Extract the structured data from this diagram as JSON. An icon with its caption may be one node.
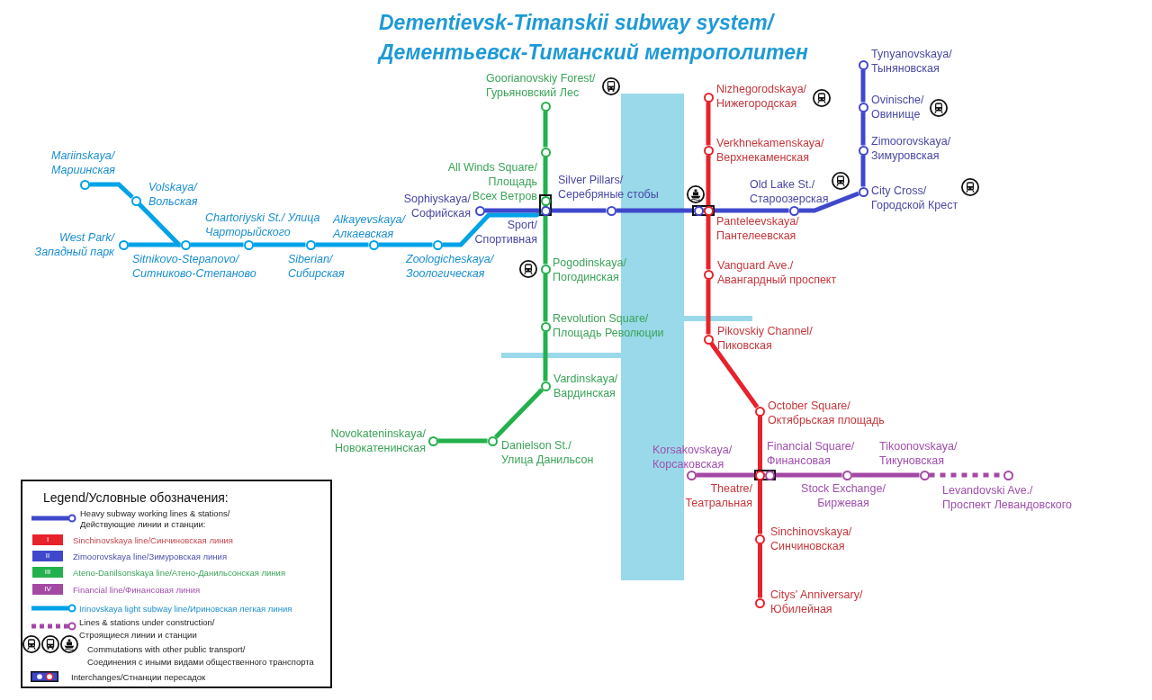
{
  "diagram": {
    "title": "Dementievsk-Timanskii subway system/ Дементьевск-Тиманский метрополитен",
    "nodes": [
      {
        "text": [],
        "shape": "circle",
        "beside": [
          "Mariinskaya/ Мариинская"
        ]
      },
      {
        "text": [],
        "shape": "circle",
        "beside": [
          "Volskaya/ Вольская"
        ]
      },
      {
        "text": [],
        "shape": "circle",
        "beside": [
          "West Park/ Западный парк"
        ]
      },
      {
        "text": [],
        "shape": "circle",
        "beside": [
          "Sitnikovo-Stepanovo/ Ситниково-Степаново"
        ]
      },
      {
        "text": [],
        "shape": "circle",
        "beside": [
          "Chartoriyski St./ Улица Чарторыйского"
        ]
      },
      {
        "text": [],
        "shape": "circle",
        "beside": [
          "Siberian/ Сибирская"
        ]
      },
      {
        "text": [],
        "shape": "circle",
        "beside": [
          "Alkayevskaya/ Алкаевская"
        ]
      },
      {
        "text": [],
        "shape": "circle",
        "beside": [
          "Zoologicheskaya/ Зоологическая"
        ]
      },
      {
        "text": [],
        "shape": "circle",
        "beside": [
          "Sophiyskaya/ Софийская"
        ]
      },
      {
        "text": [],
        "shape": "box"
      },
      {
        "text": [],
        "shape": "circle",
        "in": 9,
        "beside": [
          "All Winds Square/ Площадь Всех Ветров"
        ]
      },
      {
        "text": [],
        "shape": "circle",
        "in": 9,
        "beside": [
          "Sport/ Спортивная"
        ]
      },
      {
        "text": [],
        "shape": "circle",
        "beside": [
          "Silver Pillars/ Серебряные стобы"
        ]
      },
      {
        "text": [],
        "shape": "box"
      },
      {
        "text": [],
        "shape": "circle",
        "in": 13
      },
      {
        "text": [],
        "shape": "circle",
        "in": 13,
        "beside": [
          "Panteleevskaya/ Пантелеевская"
        ]
      },
      {
        "text": [],
        "shape": "circle",
        "beside": [
          "Old Lake St./ Староозерская"
        ]
      },
      {
        "text": [],
        "shape": "circle",
        "beside": [
          "City Cross/ Городской Крест"
        ]
      },
      {
        "text": [],
        "shape": "circle",
        "beside": [
          "Zimoorovskaya/ Зимуровская"
        ]
      },
      {
        "text": [],
        "shape": "circle",
        "beside": [
          "Ovinische/ Овинище"
        ]
      },
      {
        "text": [],
        "shape": "circle",
        "beside": [
          "Tynyanovskaya/ Тыняновская"
        ]
      },
      {
        "text": [],
        "shape": "circle",
        "beside": [
          "Goorianovskiy Forest/ Гурьяновский Лес"
        ]
      },
      {
        "text": [],
        "shape": "circle"
      },
      {
        "text": [],
        "shape": "circle",
        "beside": [
          "Pogodinskaya/ Погодинская"
        ]
      },
      {
        "text": [],
        "shape": "circle",
        "beside": [
          "Revolution Square/ Площадь Революции"
        ]
      },
      {
        "text": [],
        "shape": "circle",
        "beside": [
          "Vardinskaya/ Вардинская"
        ]
      },
      {
        "text": [],
        "shape": "circle",
        "beside": [
          "Danielson St./ Улица Данильсон"
        ]
      },
      {
        "text": [],
        "shape": "circle",
        "beside": [
          "Novokateninskaya/ Новокатенинская"
        ]
      },
      {
        "text": [],
        "shape": "circle",
        "beside": [
          "Nizhegorodskaya/ Нижегородская"
        ]
      },
      {
        "text": [],
        "shape": "circle",
        "beside": [
          "Verkhnekamenskaya/ Верхнекаменская"
        ]
      },
      {
        "text": [],
        "shape": "circle",
        "beside": [
          "Vanguard Ave./ Авангардный проспект"
        ]
      },
      {
        "text": [],
        "shape": "circle",
        "beside": [
          "Pikovskiy Channel/ Пиковская"
        ]
      },
      {
        "text": [],
        "shape": "circle",
        "beside": [
          "October Square/ Октябрьская площадь"
        ]
      },
      {
        "text": [],
        "shape": "box"
      },
      {
        "text": [],
        "shape": "circle",
        "in": 33,
        "beside": [
          "Theatre/ Театральная"
        ]
      },
      {
        "text": [],
        "shape": "circle",
        "in": 33,
        "beside": [
          "Financial Square/ Финансовая"
        ]
      },
      {
        "text": [],
        "shape": "circle",
        "beside": [
          "Sinchinovskaya/ Синчиновская"
        ]
      },
      {
        "text": [],
        "shape": "circle",
        "beside": [
          "Citys' Anniversary/ Юбилейная"
        ]
      },
      {
        "text": [],
        "shape": "circle",
        "beside": [
          "Korsakovskaya/ Корсаковская"
        ]
      },
      {
        "text": [],
        "shape": "circle",
        "beside": [
          "Stock Exchange/ Биржевая"
        ]
      },
      {
        "text": [],
        "shape": "circle",
        "beside": [
          "Tikoonovskaya/ Тикуновская"
        ]
      },
      {
        "text": [],
        "shape": "circle",
        "beside": [
          "Levandovski Ave./ Проспект Левандовского"
        ]
      }
    ],
    "edges": [
      {
        "from": 0,
        "to": 1,
        "arrow": "none",
        "color": "#00a2e8"
      },
      {
        "from": 1,
        "to": 3,
        "arrow": "none",
        "color": "#00a2e8"
      },
      {
        "from": 2,
        "to": 3,
        "arrow": "none",
        "color": "#00a2e8"
      },
      {
        "from": 3,
        "to": 4,
        "arrow": "none",
        "color": "#00a2e8"
      },
      {
        "from": 4,
        "to": 5,
        "arrow": "none",
        "color": "#00a2e8"
      },
      {
        "from": 5,
        "to": 6,
        "arrow": "none",
        "color": "#00a2e8"
      },
      {
        "from": 6,
        "to": 7,
        "arrow": "none",
        "color": "#00a2e8"
      },
      {
        "from": 7,
        "to": 11,
        "arrow": "none",
        "color": "#00a2e8"
      },
      {
        "from": 8,
        "to": 11,
        "arrow": "none",
        "color": "#3f48cc"
      },
      {
        "from": 11,
        "to": 12,
        "arrow": "none",
        "color": "#3f48cc"
      },
      {
        "from": 12,
        "to": 14,
        "arrow": "none",
        "color": "#3f48cc"
      },
      {
        "from": 14,
        "to": 16,
        "arrow": "none",
        "color": "#3f48cc"
      },
      {
        "from": 16,
        "to": 17,
        "arrow": "none",
        "color": "#3f48cc"
      },
      {
        "from": 17,
        "to": 18,
        "arrow": "none",
        "color": "#3f48cc"
      },
      {
        "from": 18,
        "to": 19,
        "arrow": "none",
        "color": "#3f48cc"
      },
      {
        "from": 19,
        "to": 20,
        "arrow": "none",
        "color": "#3f48cc"
      },
      {
        "from": 21,
        "to": 22,
        "arrow": "none",
        "color": "#22b14c"
      },
      {
        "from": 22,
        "to": 10,
        "arrow": "none",
        "color": "#22b14c"
      },
      {
        "from": 10,
        "to": 23,
        "arrow": "none",
        "color": "#22b14c"
      },
      {
        "from": 23,
        "to": 24,
        "arrow": "none",
        "color": "#22b14c"
      },
      {
        "from": 24,
        "to": 25,
        "arrow": "none",
        "color": "#22b14c"
      },
      {
        "from": 25,
        "to": 26,
        "arrow": "none",
        "color": "#22b14c"
      },
      {
        "from": 26,
        "to": 27,
        "arrow": "none",
        "color": "#22b14c"
      },
      {
        "from": 28,
        "to": 29,
        "arrow": "none",
        "color": "#e8222b"
      },
      {
        "from": 29,
        "to": 15,
        "arrow": "none",
        "color": "#e8222b"
      },
      {
        "from": 15,
        "to": 30,
        "arrow": "none",
        "color": "#e8222b"
      },
      {
        "from": 30,
        "to": 31,
        "arrow": "none",
        "color": "#e8222b"
      },
      {
        "from": 31,
        "to": 32,
        "arrow": "none",
        "color": "#e8222b"
      },
      {
        "from": 32,
        "to": 34,
        "arrow": "none",
        "color": "#e8222b"
      },
      {
        "from": 34,
        "to": 36,
        "arrow": "none",
        "color": "#e8222b"
      },
      {
        "from": 36,
        "to": 37,
        "arrow": "none",
        "color": "#e8222b"
      },
      {
        "from": 38,
        "to": 35,
        "arrow": "none",
        "color": "#a349a4"
      },
      {
        "from": 35,
        "to": 39,
        "arrow": "none",
        "color": "#a349a4"
      },
      {
        "from": 39,
        "to": 40,
        "arrow": "none",
        "color": "#a349a4"
      },
      {
        "from": 40,
        "to": 41,
        "arrow": "none",
        "color": "#a349a4",
        "style": "dashed"
      }
    ],
    "labels": [
      "Legend/Условные обозначения:",
      "I",
      "II",
      "III",
      "IV"
    ],
    "legend": [
      {
        "text": "Heavy subway working lines & stations/ Действующие линии и станции:"
      },
      {
        "text": "Sinchinovskaya line/Синчиновская линия",
        "color": "#e8222b"
      },
      {
        "text": "Zimoorovskaya line/Зимуровская линия",
        "color": "#3f48cc"
      },
      {
        "text": "Ateno-Danilsonskaya line/Атено-Данильсонская линия",
        "color": "#22b14c"
      },
      {
        "text": "Financial line/Финансовая линия",
        "color": "#a349a4"
      },
      {
        "text": "Irinovskaya light subway line/Ириновская легкая линия"
      },
      {
        "text": "Lines & stations under construction/ Строящиеся линии и станции"
      },
      {
        "text": "Commutations with other public transport/ Соединения с иными видами общественного транспорта"
      },
      {
        "text": "Interchanges/Стнанции пересадок"
      }
    ]
  }
}
